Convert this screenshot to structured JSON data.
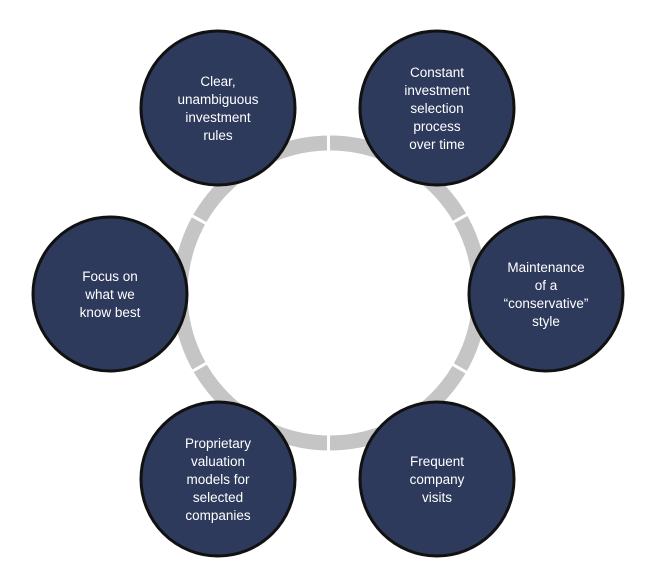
{
  "diagram": {
    "type": "cycle",
    "colors": {
      "node_fill": "#2d3a5c",
      "node_stroke": "#111111",
      "ring": "#c5c5c5",
      "ring_gap": "#ffffff",
      "text": "#ffffff"
    },
    "nodes": [
      {
        "id": "rules",
        "lines": [
          "Clear,",
          "unambiguous",
          "investment",
          "rules"
        ]
      },
      {
        "id": "process",
        "lines": [
          "Constant",
          "investment",
          "selection",
          "process",
          "over time"
        ]
      },
      {
        "id": "conservative",
        "lines": [
          "Maintenance",
          "of a",
          "“conservative”",
          "style"
        ]
      },
      {
        "id": "visits",
        "lines": [
          "Frequent",
          "company",
          "visits"
        ]
      },
      {
        "id": "valuation",
        "lines": [
          "Proprietary",
          "valuation",
          "models for",
          "selected",
          "companies"
        ]
      },
      {
        "id": "focus",
        "lines": [
          "Focus on",
          "what we",
          "know best"
        ]
      }
    ]
  }
}
